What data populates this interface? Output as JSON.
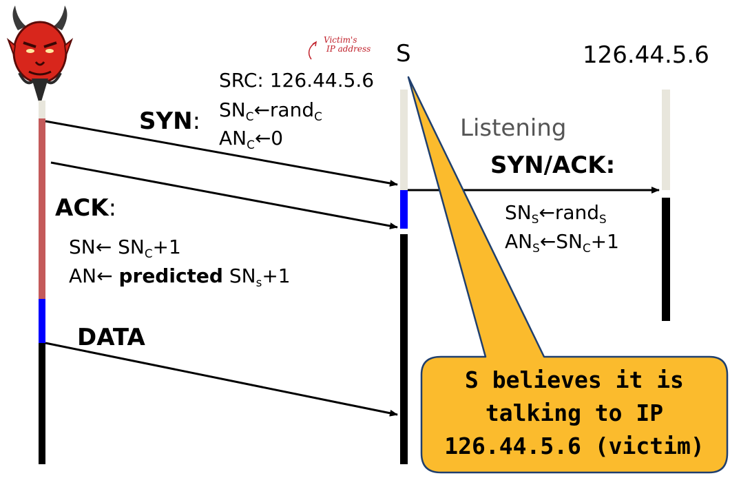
{
  "nodes": {
    "server_label": "S",
    "victim_ip": "126.44.5.6"
  },
  "annotation": {
    "line1": "Victim's",
    "line2": "IP address"
  },
  "syn": {
    "label": "SYN",
    "colon": ":",
    "src": "SRC: 126.44.5.6",
    "sn_prefix": "SN",
    "sn_sub": "C",
    "sn_arrow": "←rand",
    "sn_arrow_sub": "C",
    "an_prefix": "AN",
    "an_sub": "C",
    "an_arrow": "←0"
  },
  "listening": "Listening",
  "synack": {
    "label": "SYN/ACK:",
    "sn_prefix": "SN",
    "sn_sub": "S",
    "sn_arrow": "←rand",
    "sn_arrow_sub": "S",
    "an_prefix": "AN",
    "an_sub": "S",
    "an_mid": "←SN",
    "an_mid_sub": "C",
    "an_end": "+1"
  },
  "ack": {
    "label": "ACK",
    "colon": ":",
    "sn_text": "SN← SN",
    "sn_sub": "C",
    "sn_end": "+1",
    "an_start": "AN← ",
    "an_bold": "predicted",
    "an_mid": " SN",
    "an_sub": "s",
    "an_end": "+1"
  },
  "data_label": "DATA",
  "callout": {
    "line1": "S believes it is",
    "line2": "talking to IP",
    "line3": "126.44.5.6 (victim)"
  },
  "colors": {
    "attacker_pink": "#c45a5a",
    "blue": "#0000ff",
    "timeline_light": "#e8e6dc",
    "callout_fill": "#fbbb2d",
    "callout_stroke": "#1f3f6e",
    "annotation_red": "#c0202a",
    "listening_gray": "#555555"
  }
}
